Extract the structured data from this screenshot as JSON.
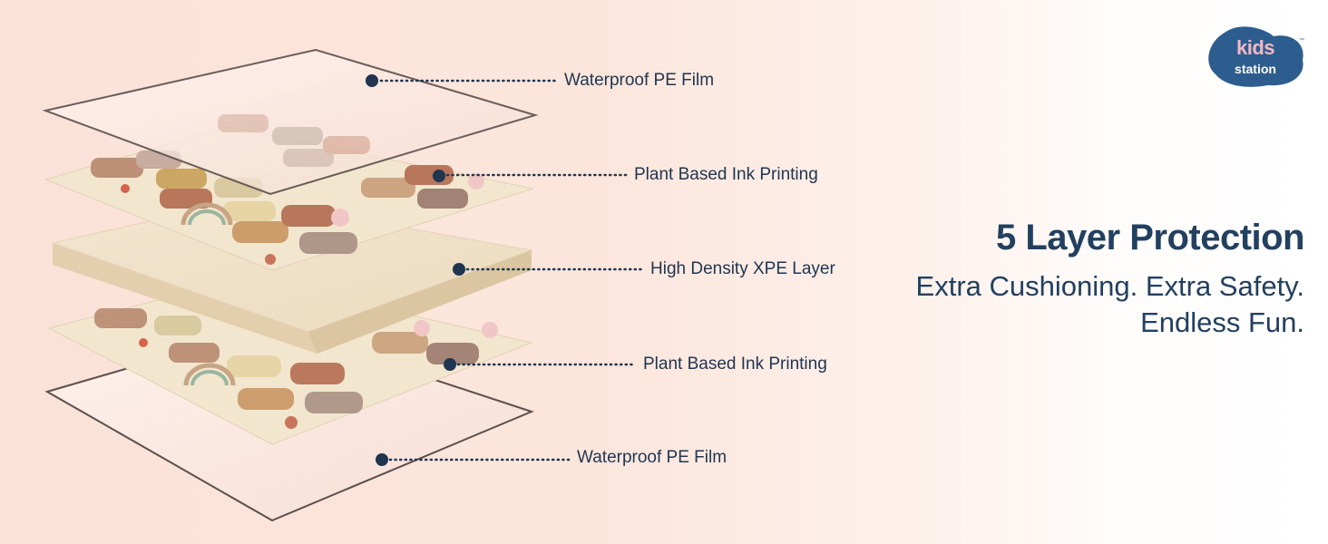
{
  "brand": {
    "logo_line1": "kids",
    "logo_line2": "station",
    "trademark": "™"
  },
  "layers": [
    {
      "label": "Waterproof PE Film"
    },
    {
      "label": "Plant Based Ink Printing"
    },
    {
      "label": "High Density XPE Layer"
    },
    {
      "label": "Plant Based Ink Printing"
    },
    {
      "label": "Waterproof PE Film"
    }
  ],
  "headline": {
    "title": "5 Layer Protection",
    "line1": "Extra Cushioning. Extra Safety.",
    "line2": "Endless Fun."
  },
  "colors": {
    "text": "#22405f",
    "dot": "#1f3550",
    "logo_blue": "#2d5d8f",
    "logo_pink": "#f4b7c4"
  }
}
